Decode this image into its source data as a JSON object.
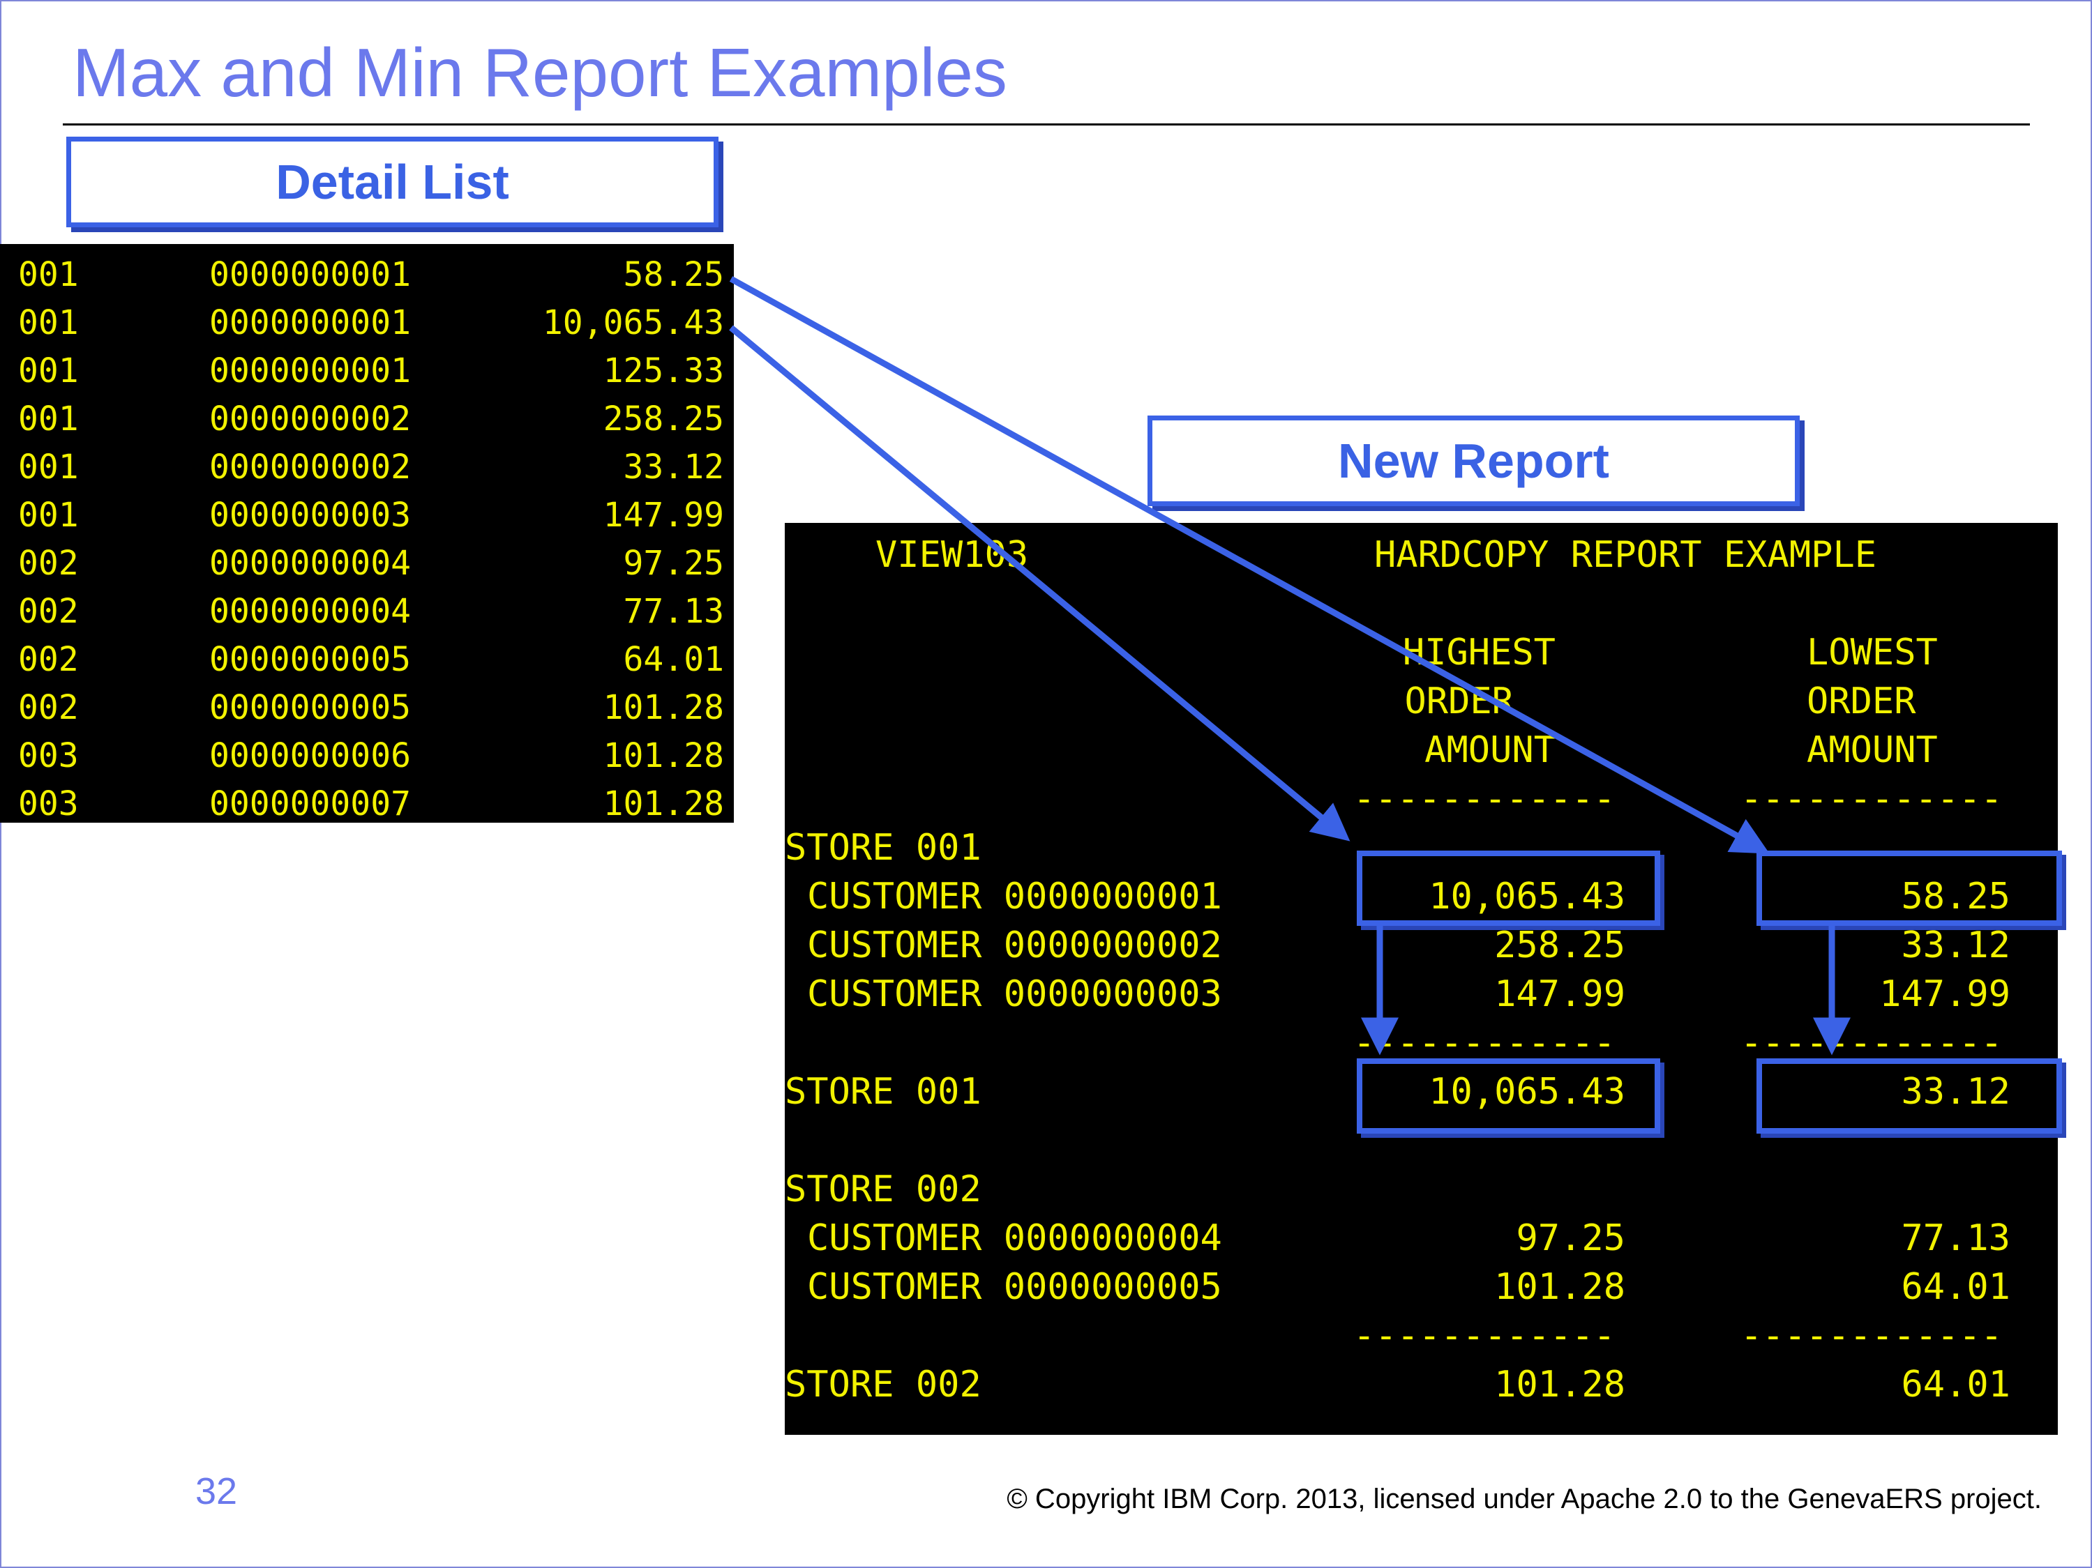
{
  "slide": {
    "title": "Max and Min Report Examples",
    "page_number": "32",
    "copyright": "© Copyright IBM Corp. 2013, licensed under Apache 2.0 to the GenevaERS project."
  },
  "labels": {
    "detail_list": "Detail List",
    "new_report": "New Report"
  },
  "detail_list": {
    "rows": [
      {
        "store": "001",
        "customer": "0000000001",
        "amount": "58.25"
      },
      {
        "store": "001",
        "customer": "0000000001",
        "amount": "10,065.43"
      },
      {
        "store": "001",
        "customer": "0000000001",
        "amount": "125.33"
      },
      {
        "store": "001",
        "customer": "0000000002",
        "amount": "258.25"
      },
      {
        "store": "001",
        "customer": "0000000002",
        "amount": "33.12"
      },
      {
        "store": "001",
        "customer": "0000000003",
        "amount": "147.99"
      },
      {
        "store": "002",
        "customer": "0000000004",
        "amount": "97.25"
      },
      {
        "store": "002",
        "customer": "0000000004",
        "amount": "77.13"
      },
      {
        "store": "002",
        "customer": "0000000005",
        "amount": "64.01"
      },
      {
        "store": "002",
        "customer": "0000000005",
        "amount": "101.28"
      },
      {
        "store": "003",
        "customer": "0000000006",
        "amount": "101.28"
      },
      {
        "store": "003",
        "customer": "0000000007",
        "amount": "101.28"
      }
    ]
  },
  "report": {
    "view_name": "VIEW103",
    "report_title": "HARDCOPY REPORT EXAMPLE",
    "col_high": [
      "HIGHEST",
      "ORDER",
      "AMOUNT"
    ],
    "col_low": [
      "LOWEST",
      "ORDER",
      "AMOUNT"
    ],
    "separator": "------------",
    "store1": {
      "label": "STORE 001",
      "customers": [
        {
          "label": "CUSTOMER 0000000001",
          "high": "10,065.43",
          "low": "58.25"
        },
        {
          "label": "CUSTOMER 0000000002",
          "high": "258.25",
          "low": "33.12"
        },
        {
          "label": "CUSTOMER 0000000003",
          "high": "147.99",
          "low": "147.99"
        }
      ],
      "total_label": "STORE 001",
      "total_high": "10,065.43",
      "total_low": "33.12"
    },
    "store2": {
      "label": "STORE 002",
      "customers": [
        {
          "label": "CUSTOMER 0000000004",
          "high": "97.25",
          "low": "77.13"
        },
        {
          "label": "CUSTOMER 0000000005",
          "high": "101.28",
          "low": "64.01"
        }
      ],
      "total_label": "STORE 002",
      "total_high": "101.28",
      "total_low": "64.01"
    }
  },
  "colors": {
    "accent": "#3b62e6",
    "title": "#6b79ec",
    "terminal_bg": "#000000",
    "terminal_text": "#f2f200"
  }
}
